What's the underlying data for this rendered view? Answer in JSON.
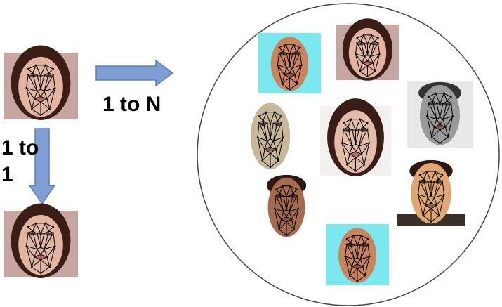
{
  "labels": {
    "one_to_n": "1 to N",
    "one_to_one": "1 to 1"
  },
  "colors": {
    "arrow_fill": "#7f9fd4",
    "arrow_stroke": "#5b7fbf",
    "mesh": "#000000",
    "circle": "#444444"
  },
  "faces": [
    {
      "id": "probe",
      "style": "brunette-woman",
      "bg": "#c7a5a0",
      "skin": "#e2b4a2",
      "hair": "#3a1e16"
    },
    {
      "id": "match",
      "style": "brunette-woman",
      "bg": "#c7a5a0",
      "skin": "#e2b4a2",
      "hair": "#3a1e16"
    },
    {
      "id": "g1",
      "style": "bald-man",
      "bg": "#7ae8ee",
      "skin": "#c9845e",
      "hair": "#c9845e"
    },
    {
      "id": "g2",
      "style": "brunette-woman",
      "bg": "#c7a5a0",
      "skin": "#e2b4a2",
      "hair": "#3a1e16"
    },
    {
      "id": "g3",
      "style": "grayscale-man",
      "bg": "#e8e8e8",
      "skin": "#9a9a9a",
      "hair": "#333333"
    },
    {
      "id": "g4",
      "style": "render-face",
      "bg": "#ffffff",
      "skin": "#c8b89a",
      "hair": "#b8a88a"
    },
    {
      "id": "g5",
      "style": "brunette-woman",
      "bg": "#f4f0f0",
      "skin": "#e3bcaa",
      "hair": "#3a1e16"
    },
    {
      "id": "g6",
      "style": "dark-man",
      "bg": "#ffffff",
      "skin": "#a66a4c",
      "hair": "#2a1a12"
    },
    {
      "id": "g7",
      "style": "man-portrait",
      "bg": "#ffffff",
      "skin": "#e0a870",
      "hair": "#2a1a12"
    },
    {
      "id": "g8",
      "style": "bald-man",
      "bg": "#7ae8ee",
      "skin": "#c9845e",
      "hair": "#c9845e"
    }
  ]
}
